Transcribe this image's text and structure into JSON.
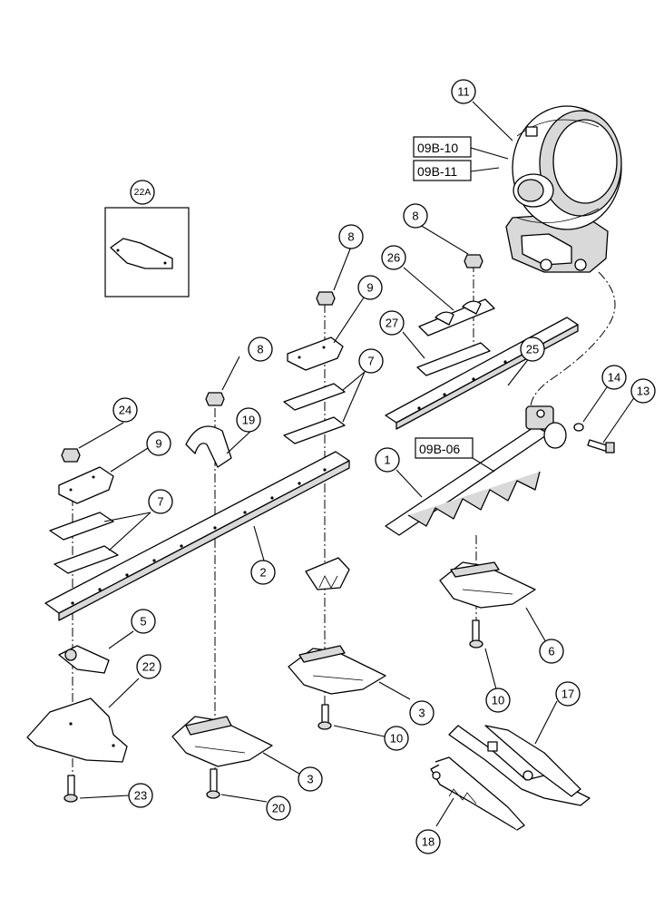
{
  "callouts": {
    "c1": "1",
    "c2": "2",
    "c3a": "3",
    "c3b": "3",
    "c5": "5",
    "c6": "6",
    "c7a": "7",
    "c7b": "7",
    "c8a": "8",
    "c8b": "8",
    "c8c": "8",
    "c9a": "9",
    "c9b": "9",
    "c10a": "10",
    "c10b": "10",
    "c11": "11",
    "c13": "13",
    "c14": "14",
    "c17": "17",
    "c18": "18",
    "c19": "19",
    "c20": "20",
    "c22": "22",
    "c22a": "22A",
    "c23": "23",
    "c24": "24",
    "c25": "25",
    "c26": "26",
    "c27": "27"
  },
  "references": {
    "ref_a": "09B-10",
    "ref_b": "09B-11",
    "ref_c": "09B-06"
  }
}
